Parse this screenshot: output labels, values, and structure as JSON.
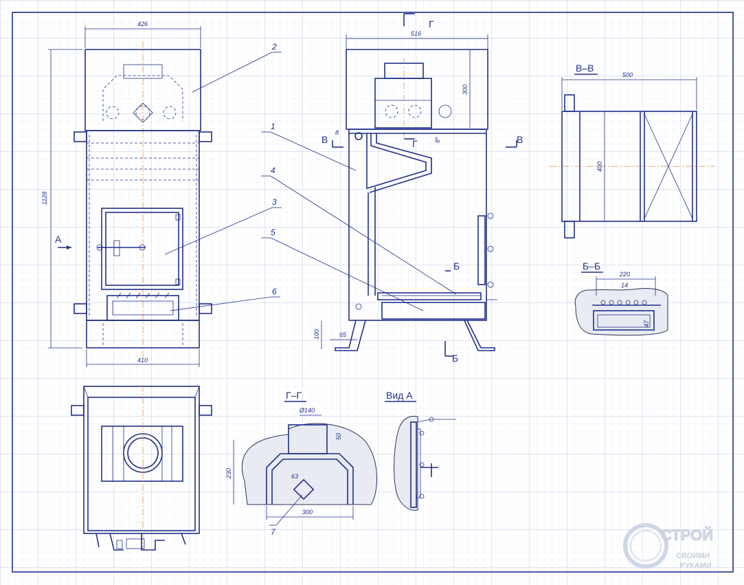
{
  "dimensions": {
    "front_top_width": "426",
    "front_height": "1128",
    "front_bottom_width": "410",
    "side_width": "516",
    "side_top_height": "300",
    "side_dim_8a": "8",
    "side_dim_8b": "8*",
    "side_leg_height": "100",
    "side_leg_width": "65",
    "vv_width": "500",
    "vv_height": "400",
    "bb_width": "220",
    "bb_pitch": "14",
    "bb_height": "47",
    "gg_pipe": "Ø140",
    "gg_pipe_height": "50",
    "gg_height": "230",
    "gg_width": "300",
    "gg_square": "63"
  },
  "section_labels": {
    "vv": "В–В",
    "bb": "Б–Б",
    "gg": "Г–Г",
    "view_a": "Вид А"
  },
  "markers": {
    "a": "А",
    "g": "Г",
    "v": "В",
    "b": "Б"
  },
  "callouts": [
    "1",
    "2",
    "3",
    "4",
    "5",
    "6",
    "7"
  ],
  "logo": {
    "line1": "СТРОЙ",
    "line2": "СВОИМИ",
    "line3": "РУКАМИ"
  },
  "colors": {
    "line": "#1f2f88",
    "grid": "#cfd9ee",
    "axis": "#d98a3a",
    "frame": "#1f2f88"
  }
}
